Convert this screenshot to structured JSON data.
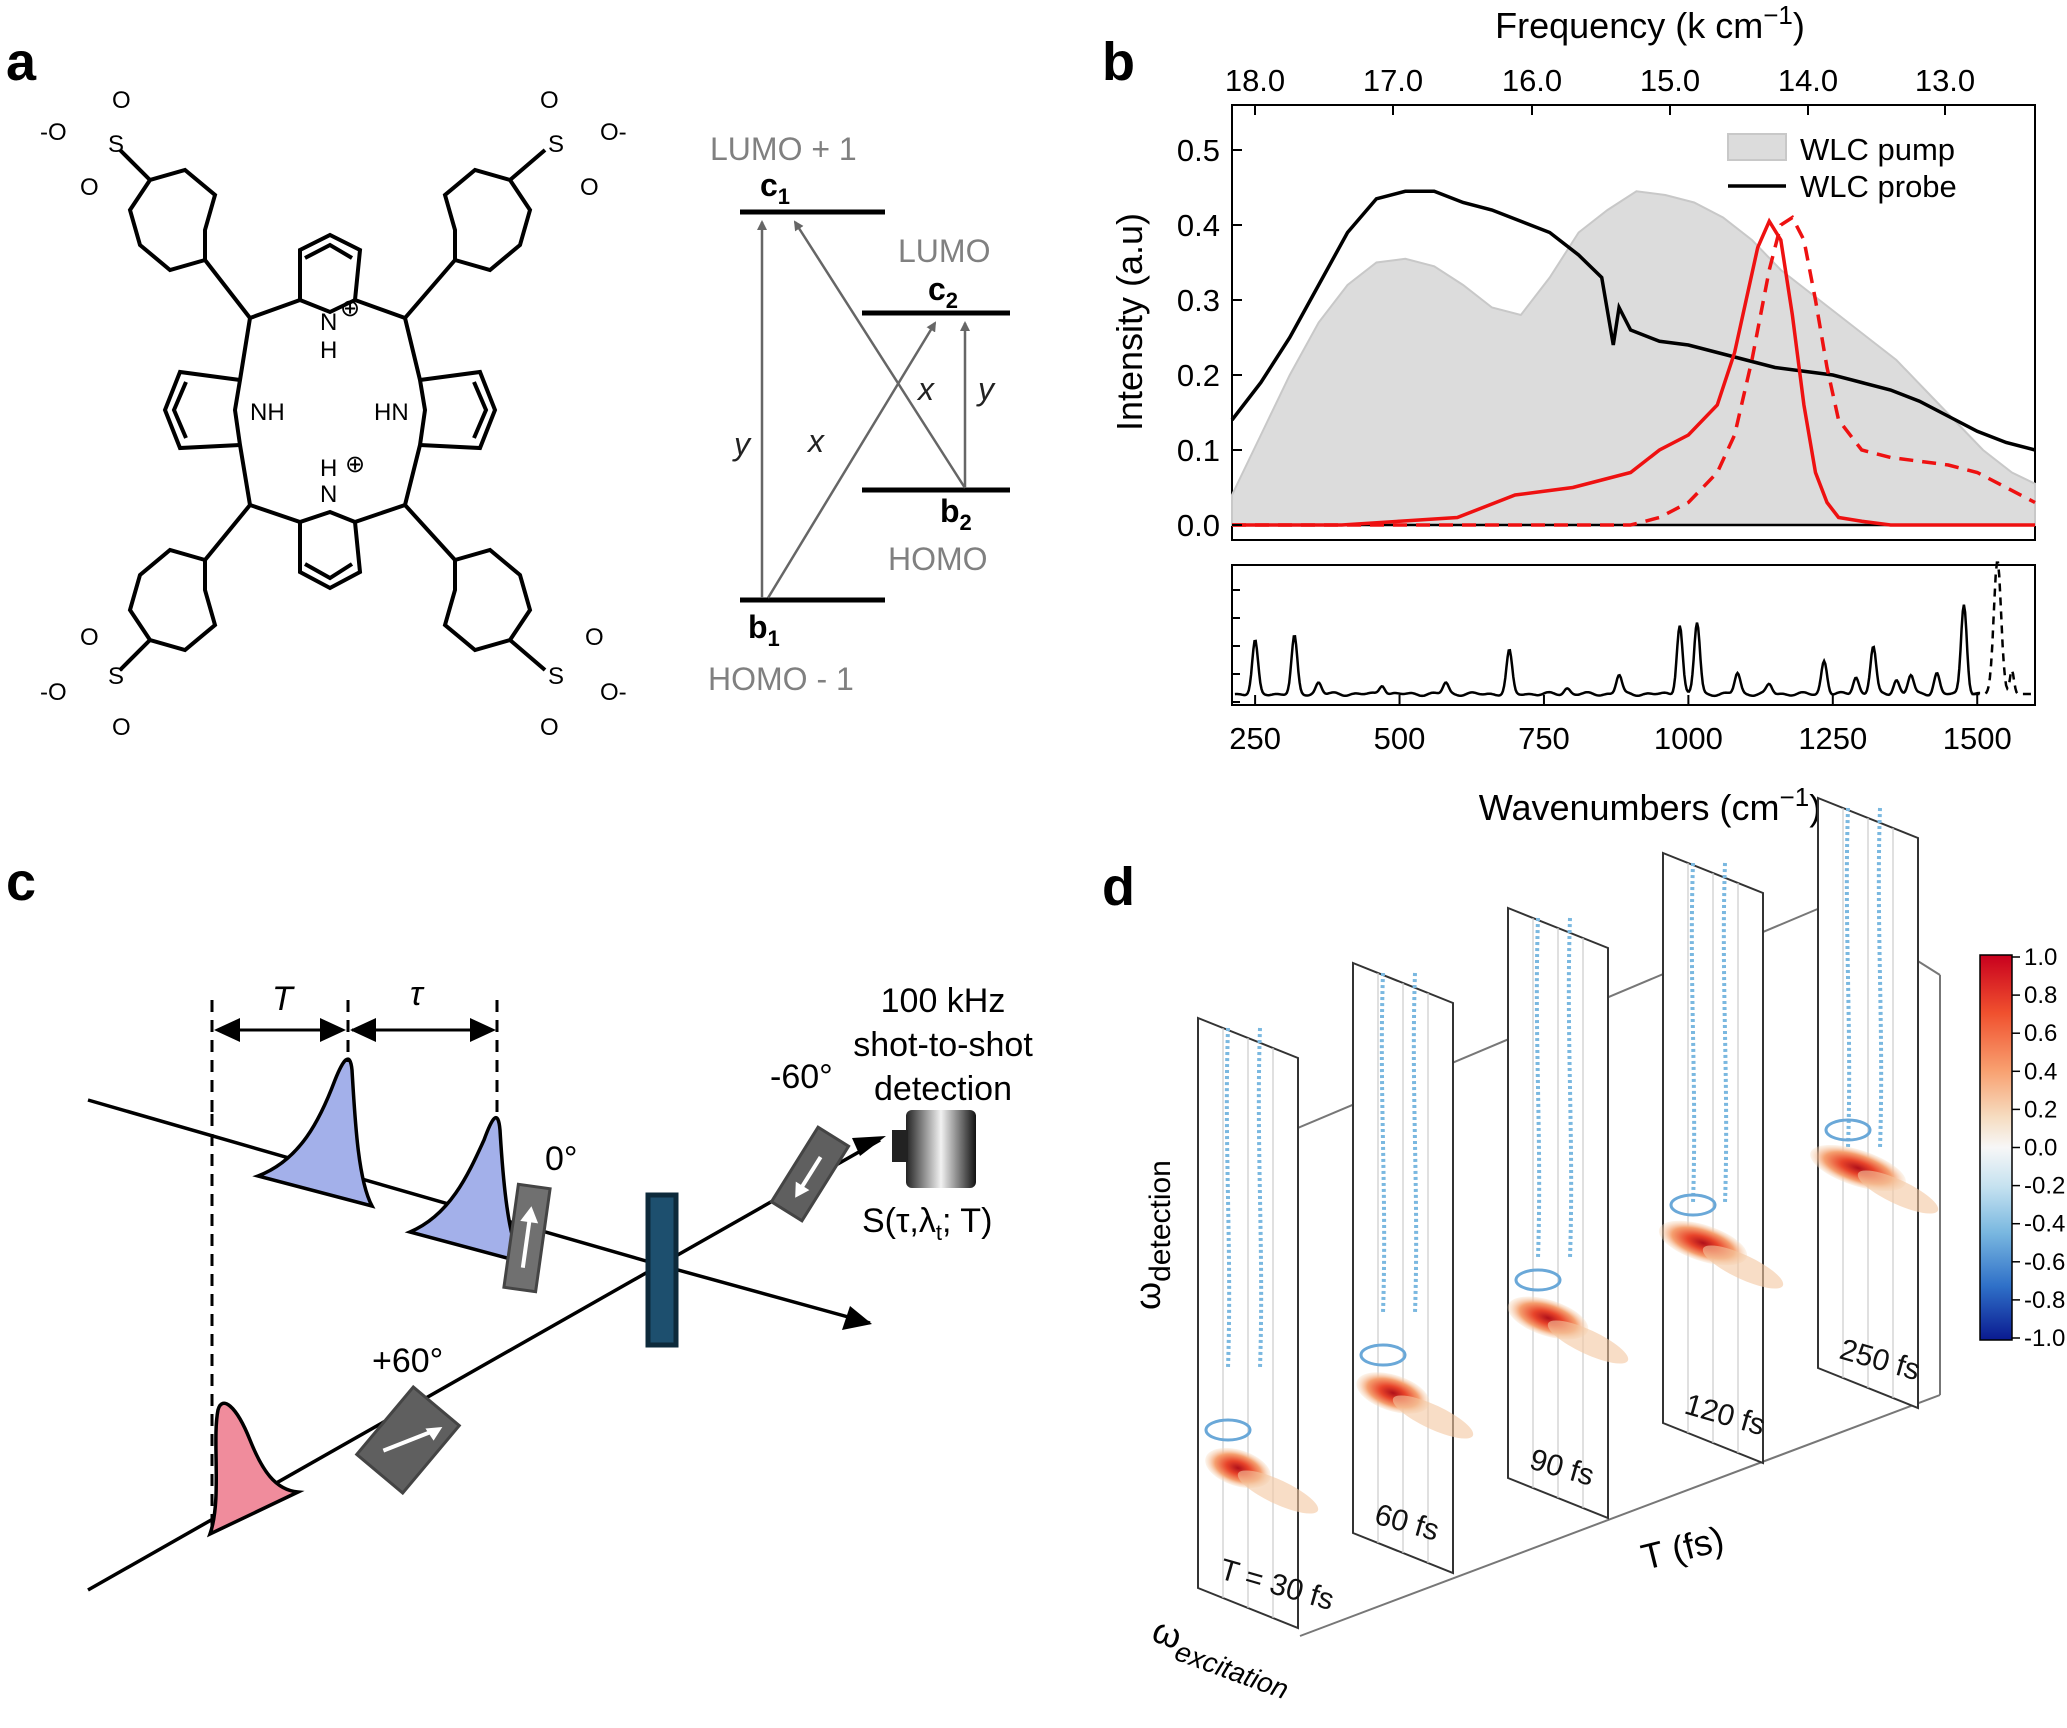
{
  "panel_labels": {
    "a": "a",
    "b": "b",
    "c": "c",
    "d": "d"
  },
  "molecule": {
    "atoms": {
      "nh_left": "NH",
      "hn_right": "HN",
      "n_top": "N",
      "h_top": "H",
      "n_bottom": "N",
      "h_bottom": "H",
      "plus": "⊕",
      "sulfonate_tl": "-O",
      "sulfonate_tr": "O-",
      "sulfonate_bl": "-O",
      "sulfonate_br": "O-",
      "s": "S",
      "o": "O"
    }
  },
  "orbitals": {
    "lumo1": "LUMO + 1",
    "lumo": "LUMO",
    "homo": "HOMO",
    "homo1": "HOMO - 1",
    "c1": "c",
    "c1_sub": "1",
    "c2": "c",
    "c2_sub": "2",
    "b1": "b",
    "b1_sub": "1",
    "b2": "b",
    "b2_sub": "2",
    "y_left": "y",
    "x_left": "x",
    "x_right": "x",
    "y_right": "y"
  },
  "chart_data": [
    {
      "type": "line",
      "top_axis": {
        "label": "Frequency (k cm",
        "label_sup": "−1",
        "label_end": ")",
        "ticks": [
          "18.0",
          "17.0",
          "16.0",
          "15.0",
          "14.0",
          "13.0"
        ]
      },
      "ylabel": "Intensity (a.u)",
      "yticks": [
        "0.0",
        "0.1",
        "0.2",
        "0.3",
        "0.4",
        "0.5"
      ],
      "ylim": [
        -0.02,
        0.56
      ],
      "xlim": [
        210,
        1600
      ],
      "legend": {
        "position": "top-right",
        "items": [
          "WLC pump",
          "WLC probe"
        ]
      },
      "series": [
        {
          "name": "WLC pump",
          "x": [
            210,
            260,
            310,
            360,
            410,
            460,
            510,
            560,
            610,
            660,
            710,
            760,
            810,
            860,
            910,
            960,
            1010,
            1060,
            1110,
            1160,
            1210,
            1260,
            1310,
            1360,
            1410,
            1460,
            1510,
            1560,
            1600
          ],
          "y": [
            0.04,
            0.12,
            0.2,
            0.27,
            0.32,
            0.35,
            0.355,
            0.345,
            0.32,
            0.29,
            0.28,
            0.33,
            0.39,
            0.42,
            0.445,
            0.44,
            0.43,
            0.41,
            0.38,
            0.34,
            0.31,
            0.28,
            0.25,
            0.22,
            0.18,
            0.14,
            0.1,
            0.07,
            0.055
          ]
        },
        {
          "name": "WLC probe",
          "x": [
            210,
            260,
            310,
            360,
            410,
            460,
            510,
            560,
            610,
            660,
            710,
            760,
            810,
            850,
            870,
            880,
            890,
            900,
            950,
            1000,
            1050,
            1100,
            1150,
            1200,
            1250,
            1300,
            1350,
            1400,
            1450,
            1500,
            1550,
            1600
          ],
          "y": [
            0.14,
            0.19,
            0.25,
            0.32,
            0.39,
            0.435,
            0.445,
            0.445,
            0.43,
            0.42,
            0.405,
            0.39,
            0.36,
            0.33,
            0.24,
            0.29,
            0.275,
            0.26,
            0.245,
            0.24,
            0.23,
            0.22,
            0.21,
            0.205,
            0.2,
            0.19,
            0.18,
            0.165,
            0.145,
            0.125,
            0.11,
            0.1
          ]
        },
        {
          "x": [
            210,
            300,
            400,
            500,
            600,
            650,
            700,
            750,
            800,
            850,
            900,
            950,
            1000,
            1050,
            1080,
            1100,
            1120,
            1140,
            1160,
            1180,
            1200,
            1220,
            1240,
            1260,
            1300,
            1350,
            1400,
            1450,
            1500,
            1550,
            1600
          ],
          "y": [
            0.0,
            0.0,
            0.0,
            0.005,
            0.01,
            0.025,
            0.04,
            0.045,
            0.05,
            0.06,
            0.07,
            0.1,
            0.12,
            0.16,
            0.23,
            0.3,
            0.37,
            0.405,
            0.38,
            0.28,
            0.16,
            0.07,
            0.03,
            0.01,
            0.005,
            0.0,
            0.0,
            0.0,
            0.0,
            0.0,
            0.0
          ]
        },
        {
          "x": [
            210,
            400,
            600,
            800,
            900,
            950,
            1000,
            1050,
            1080,
            1110,
            1140,
            1160,
            1180,
            1200,
            1220,
            1240,
            1260,
            1300,
            1350,
            1400,
            1450,
            1500,
            1550,
            1600
          ],
          "y": [
            0.0,
            0.0,
            0.0,
            0.0,
            0.0,
            0.01,
            0.03,
            0.07,
            0.12,
            0.22,
            0.34,
            0.4,
            0.41,
            0.38,
            0.3,
            0.21,
            0.14,
            0.1,
            0.09,
            0.085,
            0.08,
            0.07,
            0.05,
            0.03
          ]
        }
      ]
    },
    {
      "type": "line",
      "xlabel": "Wavenumbers (cm",
      "xlabel_sup": "−1",
      "xlabel_end": ")",
      "xticks": [
        "250",
        "500",
        "750",
        "1000",
        "1250",
        "1500"
      ],
      "xlim": [
        210,
        1600
      ],
      "peaks": [
        {
          "x": 250,
          "h": 0.55
        },
        {
          "x": 318,
          "h": 0.6
        },
        {
          "x": 360,
          "h": 0.12
        },
        {
          "x": 470,
          "h": 0.1
        },
        {
          "x": 580,
          "h": 0.12
        },
        {
          "x": 690,
          "h": 0.45
        },
        {
          "x": 790,
          "h": 0.06
        },
        {
          "x": 880,
          "h": 0.2
        },
        {
          "x": 985,
          "h": 0.73
        },
        {
          "x": 1015,
          "h": 0.75
        },
        {
          "x": 1085,
          "h": 0.22
        },
        {
          "x": 1140,
          "h": 0.1
        },
        {
          "x": 1235,
          "h": 0.35
        },
        {
          "x": 1290,
          "h": 0.18
        },
        {
          "x": 1320,
          "h": 0.5
        },
        {
          "x": 1360,
          "h": 0.15
        },
        {
          "x": 1385,
          "h": 0.2
        },
        {
          "x": 1430,
          "h": 0.22
        },
        {
          "x": 1477,
          "h": 0.95
        }
      ],
      "dashed_peak": {
        "x": 1535,
        "h": 1.4
      }
    },
    {
      "type": "heatmap",
      "colorbar_ticks": [
        "1.0",
        "0.8",
        "0.6",
        "0.4",
        "0.2",
        "0.0",
        "-0.2",
        "-0.4",
        "-0.6",
        "-0.8",
        "-1.0"
      ],
      "panels": [
        "T = 30 fs",
        "60 fs",
        "90 fs",
        "120 fs",
        "250 fs"
      ],
      "xlabel": "T (fs)",
      "ylabel": "ω",
      "ylabel_sub": "detection",
      "zlabel": "ω",
      "zlabel_sub": "excitation"
    }
  ],
  "setup": {
    "T": "T",
    "tau": "τ",
    "angle_0": "0°",
    "angle_m60": "-60°",
    "angle_p60": "+60°",
    "detector_lines": [
      "100 kHz",
      "shot-to-shot",
      "detection"
    ],
    "signal": "S(τ,λ",
    "signal_sub": "t",
    "signal_end": "; T)"
  }
}
